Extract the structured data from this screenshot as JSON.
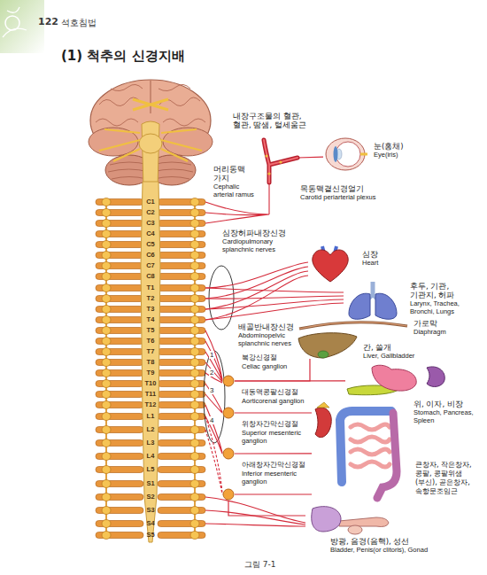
{
  "diagram": {
    "title": "(1) 척추의 신경지배",
    "caption": "그림 7-1",
    "nodes": [
      {
        "text": [
          "목동맥곁신경얼기",
          "Carotid periarterial plexus"
        ]
      },
      {
        "text": [
          "눈(홍채)",
          "Eye(iris)"
        ]
      },
      {
        "text": [
          "심장",
          "Heart"
        ]
      },
      {
        "text": [
          "후두, 기관, 기관지, 허파",
          "Larynx, Trachea, Bronchi, Lungs"
        ]
      },
      {
        "text": [
          "간, 쓸개",
          "Liver, Gallbladder"
        ]
      },
      {
        "text": [
          "위, 이자, 비장",
          "Stomach, Pancreas, Spleen"
        ]
      },
      {
        "text": [
          "복강신경절",
          "Celiac ganglion"
        ]
      },
      {
        "text": [
          "대동맥콩팥신경절",
          "Aorticorenal ganglion"
        ]
      },
      {
        "text": [
          "위창자간막신경절",
          "Superior mesenteric ganglion"
        ]
      },
      {
        "text": [
          "아래창자간막신경절",
          "Inferior mesenteric ganglion"
        ]
      },
      {
        "text": [
          "큰창자, 작은창자, 콩팥, 콩팥위샘(부신), 곧은창자, 속항문조임근"
        ]
      },
      {
        "text": [
          "방광, 음경(음핵), 성선",
          "Bladder, Penis(or clitoris), Gonad"
        ]
      }
    ],
    "edges": [
      {
        "from": 0,
        "to": 1,
        "arrow": "none"
      },
      {
        "from": 6,
        "to": 4,
        "arrow": "none"
      },
      {
        "from": 6,
        "to": 5,
        "arrow": "none"
      },
      {
        "from": 7,
        "to": 10,
        "arrow": "none"
      },
      {
        "from": 8,
        "to": 10,
        "arrow": "none"
      },
      {
        "from": 9,
        "to": 10,
        "arrow": "none"
      },
      {
        "from": 9,
        "to": 11,
        "arrow": "none"
      }
    ],
    "labels": [
      "122",
      "석호침법",
      "내장구조물의 혈관, 혈관, 땀샘, 털세움근",
      "머리동맥 가지",
      "Cephalic arterial ramus",
      "심장허파내장신경",
      "Cardiopulmonary splanchnic nerves",
      "가로막",
      "Diaphragm",
      "배골반내장신경",
      "Abdominopelvic splanchnic nerves",
      "1",
      "2",
      "3",
      "4",
      "C1",
      "C2",
      "C3",
      "C4",
      "C5",
      "C6",
      "C7",
      "C8",
      "T1",
      "T2",
      "T3",
      "T4",
      "T5",
      "T6",
      "T7",
      "T8",
      "T9",
      "T10",
      "T11",
      "T12",
      "L1",
      "L2",
      "L3",
      "L4",
      "L5",
      "S1",
      "S2",
      "S3",
      "S4",
      "S5"
    ]
  }
}
